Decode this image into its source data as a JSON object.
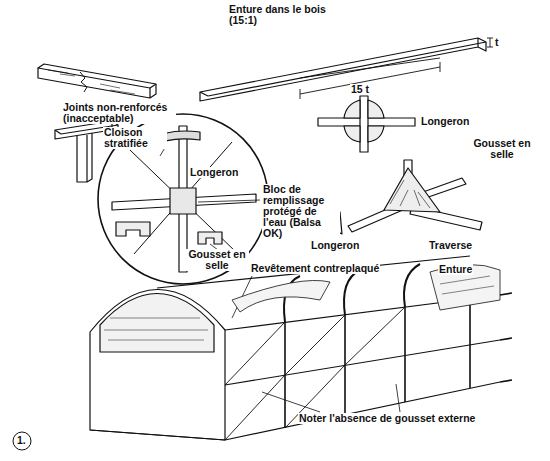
{
  "diagram": {
    "nodes": [
      {
        "text": [
          "Cloison stratifiée",
          "Longeron",
          "Gousset en selle"
        ]
      }
    ],
    "labels": [
      "Enture dans le bois (15:1)",
      "15 t",
      "t",
      "Longeron",
      "Joints non-renforcés (inacceptable)",
      "Bloc de remplissage protégé de l'eau (Balsa OK)",
      "Gousset en selle",
      "Longeron",
      "Traverse",
      "Revêtement contreplaqué",
      "Enture",
      "Noter l'absence de gousset externe",
      "1."
    ]
  }
}
